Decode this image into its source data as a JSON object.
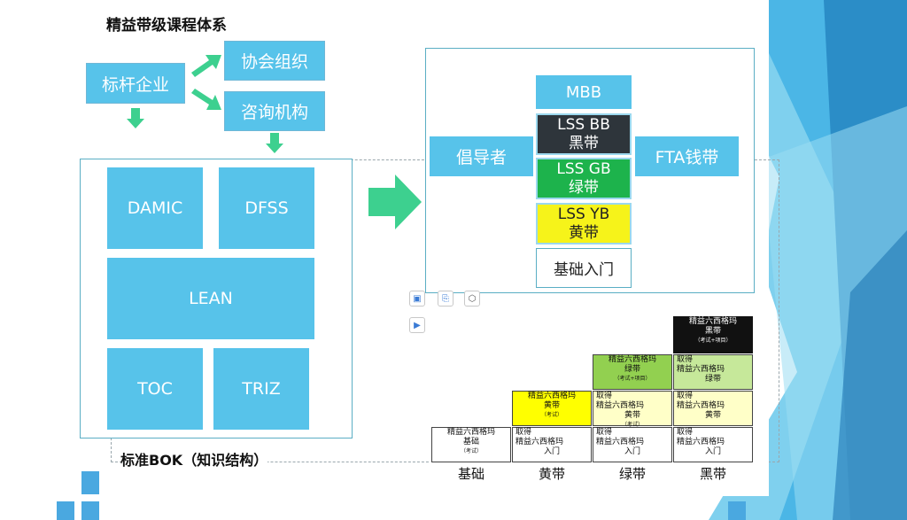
{
  "colors": {
    "box_blue": "#57c3ea",
    "arrow_green": "#3dd08f",
    "frame_teal": "#5aaec4",
    "dark": "#2e353b",
    "green": "#1db34c",
    "yellow": "#f6f31a"
  },
  "title": "精益带级课程体系",
  "org": {
    "benchmark": "标杆企业",
    "association": "协会组织",
    "consulting": "咨询机构"
  },
  "bok": {
    "damic": "DAMIC",
    "dfss": "DFSS",
    "lean": "LEAN",
    "toc": "TOC",
    "triz": "TRIZ",
    "caption": "标准BOK（知识结构）"
  },
  "belts": {
    "champion": "倡导者",
    "fta": "FTA钱带",
    "mbb": "MBB",
    "bb_line1": "LSS BB",
    "bb_line2": "黑带",
    "gb_line1": "LSS GB",
    "gb_line2": "绿带",
    "yb_line1": "LSS YB",
    "yb_line2": "黄带",
    "basic": "基础入门"
  },
  "stairs": {
    "col_labels": [
      "基础",
      "黄带",
      "绿带",
      "黑带"
    ],
    "basic_cell": {
      "l1": "精益六西格玛",
      "l2": "基础",
      "note": "（考试）"
    },
    "yellow_cell": {
      "l1": "精益六西格玛",
      "l2": "黄带",
      "note": "（考试）"
    },
    "green_cell": {
      "l1": "精益六西格玛",
      "l2": "绿带",
      "note": "（考试+项目）"
    },
    "black_cell": {
      "l1": "精益六西格玛",
      "l2": "黑带",
      "note": "（考试+项目）"
    },
    "acquire": "取得",
    "entry": "精益六西格玛",
    "entry2": "入门",
    "yellow_acq": "精益六西格玛",
    "yellow_acq2": "黄带",
    "yellow_acq_note": "（考试）",
    "green_acq": "精益六西格玛",
    "green_acq2": "绿带"
  }
}
